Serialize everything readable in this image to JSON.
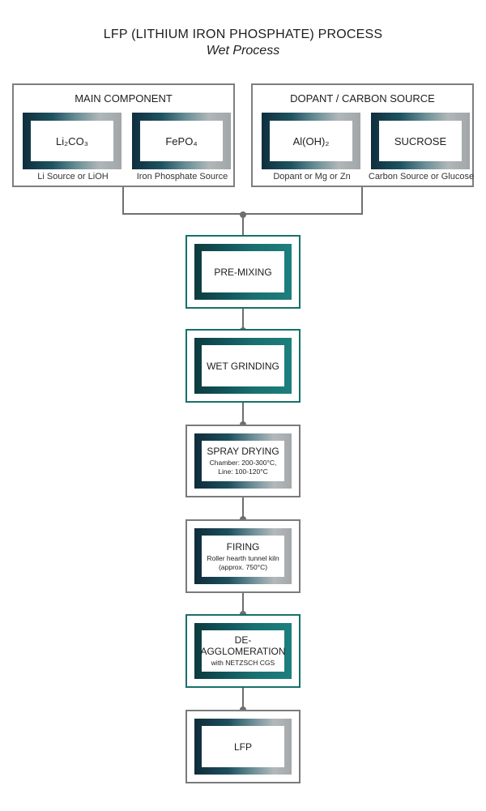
{
  "header": {
    "title": "LFP (LITHIUM IRON PHOSPHATE) PROCESS",
    "subtitle": "Wet Process"
  },
  "groups": [
    {
      "title": "MAIN COMPONENT",
      "components": [
        {
          "formula": "Li₂CO₃",
          "caption": "Li Source or LiOH"
        },
        {
          "formula": "FePO₄",
          "caption": "Iron Phosphate Source"
        }
      ]
    },
    {
      "title": "DOPANT / CARBON SOURCE",
      "components": [
        {
          "formula": "Al(OH)₂",
          "caption": "Dopant or Mg or Zn"
        },
        {
          "formula": "SUCROSE",
          "caption": "Carbon Source or Glucose"
        }
      ]
    }
  ],
  "steps": [
    {
      "label": "PRE-MIXING",
      "detail_1": "",
      "detail_2": "",
      "accent": "teal"
    },
    {
      "label": "WET GRINDING",
      "detail_1": "",
      "detail_2": "",
      "accent": "teal"
    },
    {
      "label": "SPRAY DRYING",
      "detail_1": "Chamber: 200-300°C,",
      "detail_2": "Line: 100-120°C",
      "accent": "gray"
    },
    {
      "label": "FIRING",
      "detail_1": "Roller hearth tunnel kiln",
      "detail_2": "(approx. 750°C)",
      "accent": "gray"
    },
    {
      "label": "DE-AGGLOMERATION",
      "detail_1": "with NETZSCH CGS",
      "detail_2": "",
      "accent": "teal"
    },
    {
      "label": "LFP",
      "detail_1": "",
      "detail_2": "",
      "accent": "gray"
    }
  ],
  "colors": {
    "teal_border": "#17706a",
    "gray_border": "#7b7b7b",
    "connector": "#6f6f6f",
    "dark_gradient": "#0f2e3d"
  }
}
